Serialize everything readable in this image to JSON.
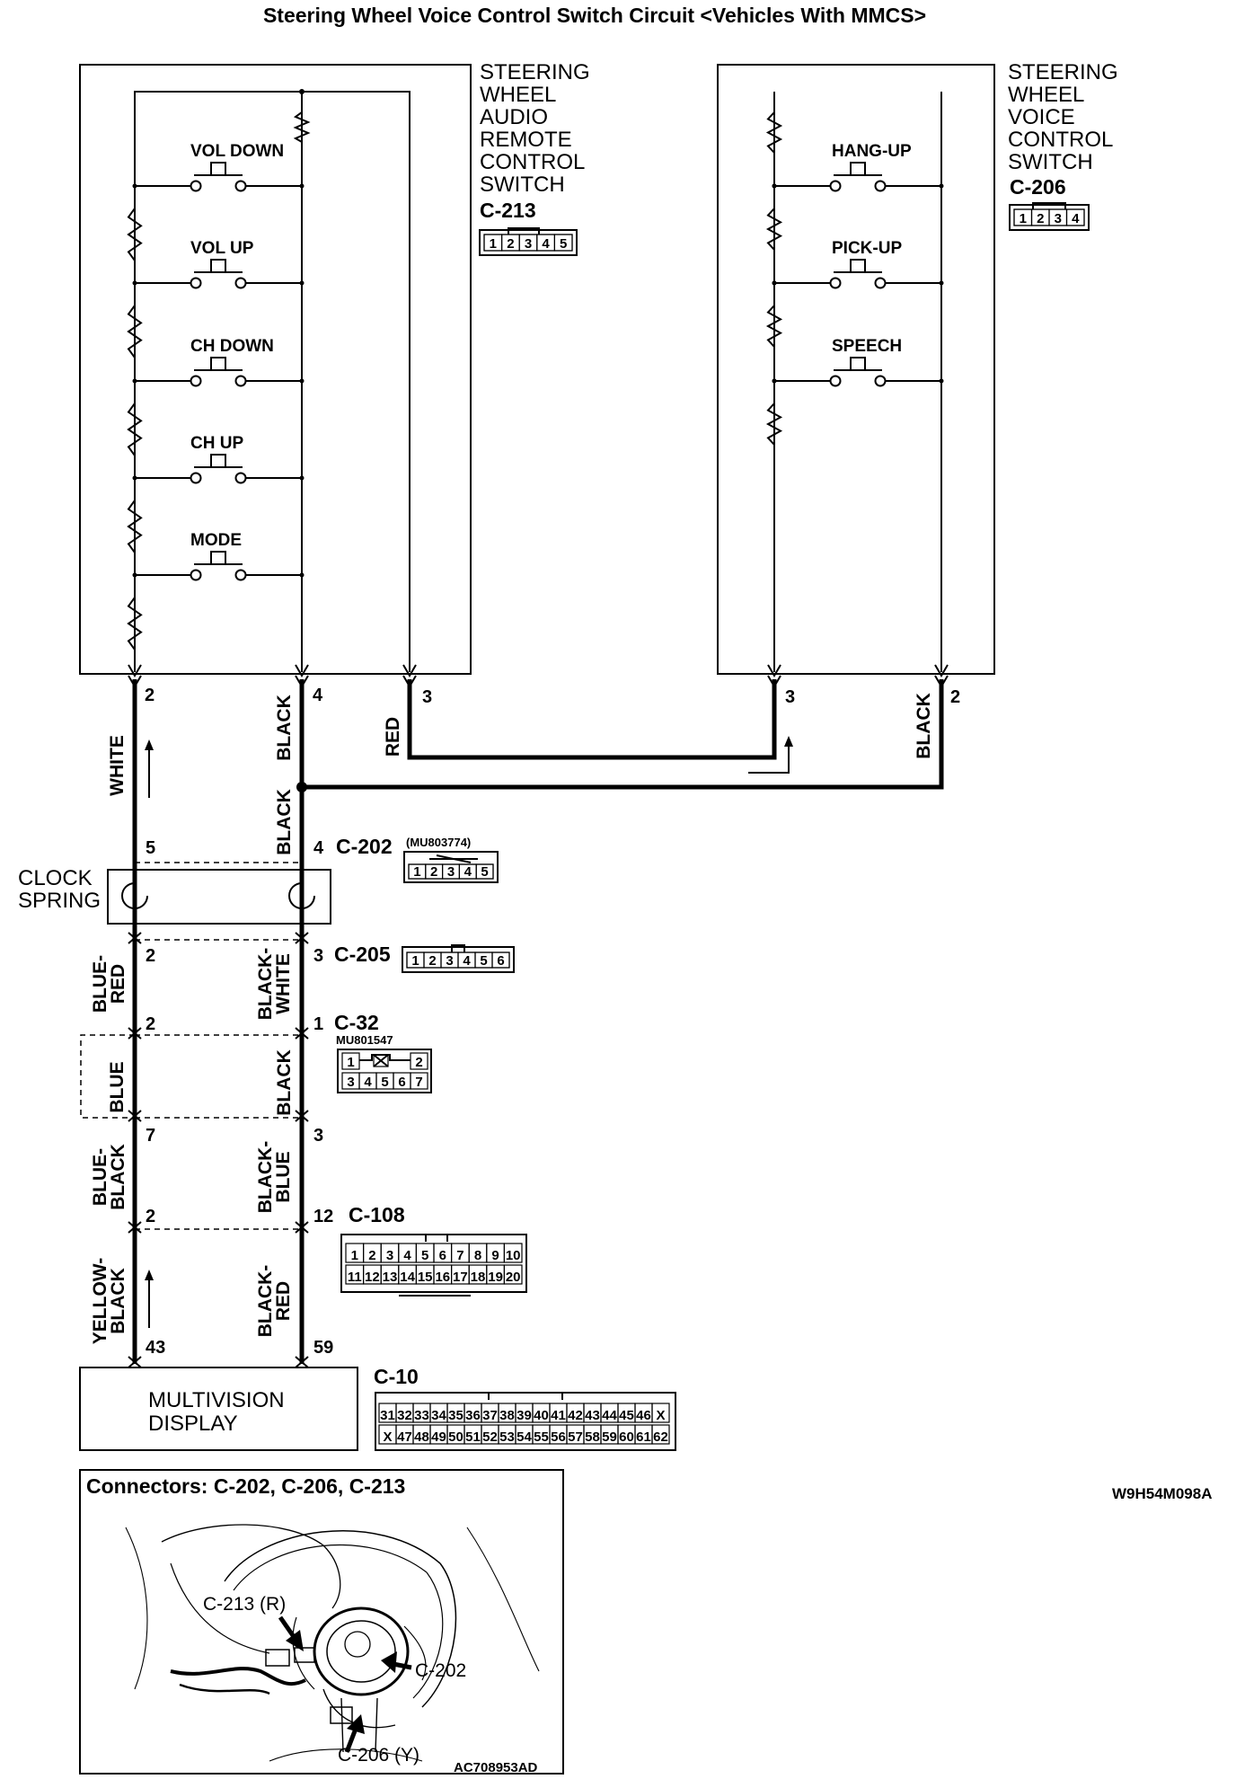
{
  "title": "Steering Wheel Voice Control Switch Circuit <Vehicles With MMCS>",
  "audio_switch": {
    "label_lines": [
      "STEERING",
      "WHEEL",
      "AUDIO",
      "REMOTE",
      "CONTROL",
      "SWITCH"
    ],
    "connector": "C-213",
    "connector_pins": [
      "1",
      "2",
      "3",
      "4",
      "5"
    ],
    "buttons": [
      "VOL DOWN",
      "VOL UP",
      "CH DOWN",
      "CH UP",
      "MODE"
    ],
    "pins": [
      "2",
      "4",
      "3"
    ]
  },
  "voice_switch": {
    "label_lines": [
      "STEERING",
      "WHEEL",
      "VOICE",
      "CONTROL",
      "SWITCH"
    ],
    "connector": "C-206",
    "connector_pins": [
      "1",
      "2",
      "3",
      "4"
    ],
    "buttons": [
      "HANG-UP",
      "PICK-UP",
      "SPEECH"
    ],
    "pins": [
      "3",
      "2"
    ]
  },
  "wires": {
    "white": "WHITE",
    "black_1": "BLACK",
    "red": "RED",
    "black_2": "BLACK",
    "black_3": "BLACK",
    "blue_red": [
      "BLUE-",
      "RED"
    ],
    "black_white": [
      "BLACK-",
      "WHITE"
    ],
    "blue": "BLUE",
    "black_4": "BLACK",
    "blue_black": [
      "BLUE-",
      "BLACK"
    ],
    "black_blue": [
      "BLACK-",
      "BLUE"
    ],
    "yellow_black": [
      "YELLOW-",
      "BLACK"
    ],
    "black_red": [
      "BLACK-",
      "RED"
    ]
  },
  "connectors": {
    "c202": {
      "name": "C-202",
      "part": "(MU803774)",
      "pins": [
        "1",
        "2",
        "3",
        "4",
        "5"
      ],
      "left_pin": "5",
      "right_pin": "4"
    },
    "c205": {
      "name": "C-205",
      "pins": [
        "1",
        "2",
        "3",
        "4",
        "5",
        "6"
      ],
      "left_pin": "2",
      "right_pin": "3"
    },
    "c32": {
      "name": "C-32",
      "part": "MU801547",
      "top_pins": [
        "1",
        "2"
      ],
      "bottom_pins": [
        "3",
        "4",
        "5",
        "6",
        "7"
      ],
      "left_pin": "2",
      "right_pin": "1"
    },
    "c32_lower": {
      "left_pin": "7",
      "right_pin": "3"
    },
    "c108": {
      "name": "C-108",
      "row1": [
        "1",
        "2",
        "3",
        "4",
        "5",
        "6",
        "7",
        "8",
        "9",
        "10"
      ],
      "row2": [
        "11",
        "12",
        "13",
        "14",
        "15",
        "16",
        "17",
        "18",
        "19",
        "20"
      ],
      "left_pin": "2",
      "right_pin": "12"
    },
    "c10": {
      "name": "C-10",
      "row1": [
        "31",
        "32",
        "33",
        "34",
        "35",
        "36",
        "37",
        "38",
        "39",
        "40",
        "41",
        "42",
        "43",
        "44",
        "45",
        "46",
        "X"
      ],
      "row2": [
        "X",
        "47",
        "48",
        "49",
        "50",
        "51",
        "52",
        "53",
        "54",
        "55",
        "56",
        "57",
        "58",
        "59",
        "60",
        "61",
        "62"
      ],
      "left_pin": "43",
      "right_pin": "59"
    }
  },
  "clock_spring": [
    "CLOCK",
    "SPRING"
  ],
  "display": [
    "MULTIVISION",
    "DISPLAY"
  ],
  "figure_code": "W9H54M098A",
  "inset": {
    "title": "Connectors: C-202, C-206, C-213",
    "callouts": [
      "C-213 (R)",
      "C-202",
      "C-206 (Y)"
    ],
    "code": "AC708953AD"
  }
}
